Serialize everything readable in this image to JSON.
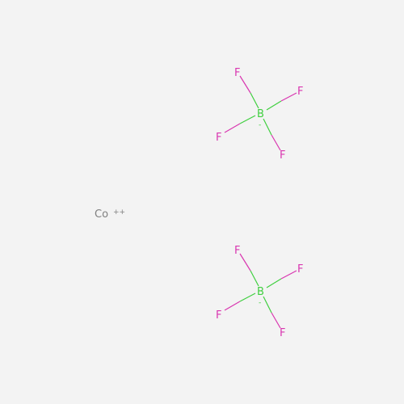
{
  "colors": {
    "background": "#f3f3f3",
    "boron": "#3fcf3f",
    "fluorine": "#d936b0",
    "cobalt": "#7f7f7f"
  },
  "molecule": {
    "cation": {
      "symbol": "Co",
      "charge": "++"
    },
    "anions": [
      {
        "center": {
          "symbol": "B",
          "charge": "-"
        },
        "ligands": [
          "F",
          "F",
          "F",
          "F"
        ]
      },
      {
        "center": {
          "symbol": "B",
          "charge": "-"
        },
        "ligands": [
          "F",
          "F",
          "F",
          "F"
        ]
      }
    ]
  }
}
